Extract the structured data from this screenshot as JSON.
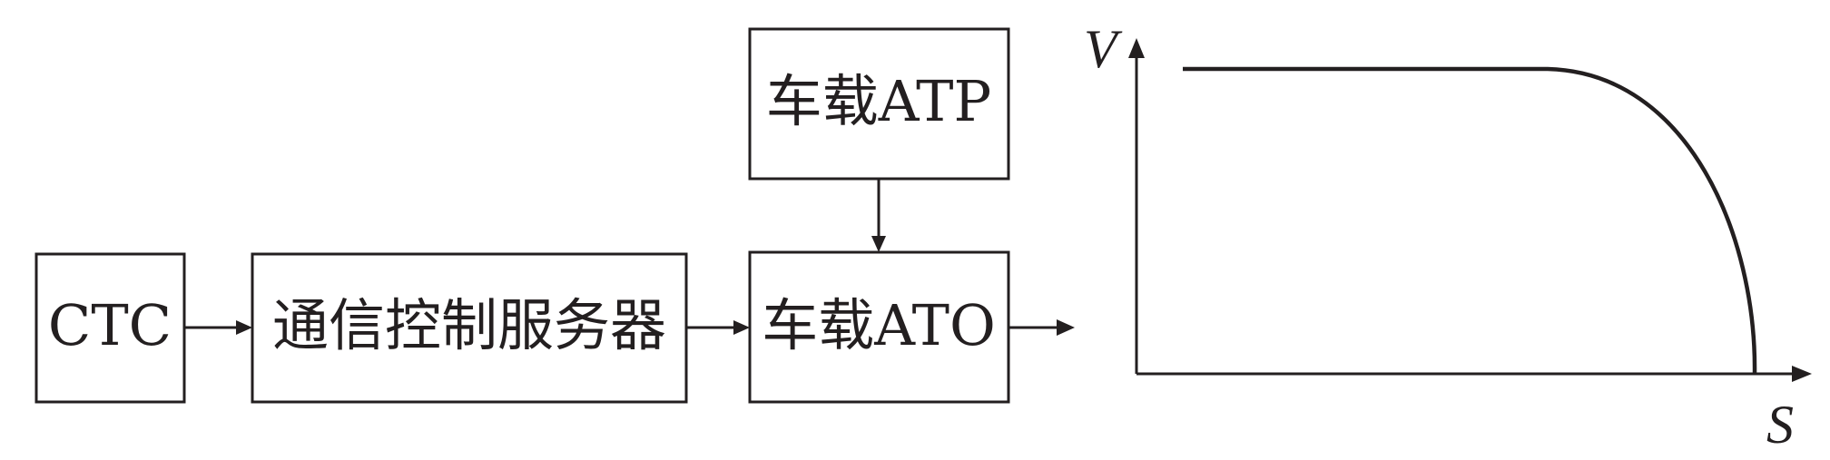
{
  "blocks": {
    "ctc": "CTC",
    "comm_server": "通信控制服务器",
    "onboard_atp": "车载ATP",
    "onboard_ato": "车载ATO"
  },
  "speed_graph": {
    "y_axis_label": "V",
    "x_axis_label": "S"
  }
}
